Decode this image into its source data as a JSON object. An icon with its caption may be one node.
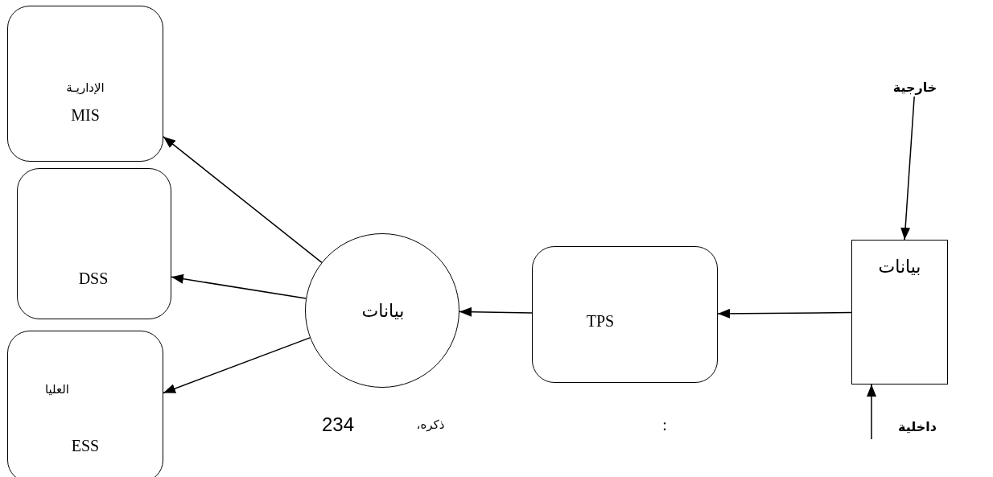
{
  "diagram": {
    "nodes": [
      {
        "text": [
          "الإداريـة",
          "MIS"
        ]
      },
      {
        "text": [
          "DSS"
        ]
      },
      {
        "text": [
          "العليا",
          "ESS"
        ]
      },
      {
        "text": [
          "بيانات"
        ]
      },
      {
        "text": [
          "TPS"
        ]
      },
      {
        "text": [
          "بيانات"
        ]
      },
      {
        "text": [
          "خارجية"
        ]
      }
    ],
    "edges": [
      {
        "from": 3,
        "to": 0,
        "arrow": "to"
      },
      {
        "from": 3,
        "to": 1,
        "arrow": "to"
      },
      {
        "from": 3,
        "to": 2,
        "arrow": "to"
      },
      {
        "from": 4,
        "to": 3,
        "arrow": "to"
      },
      {
        "from": 5,
        "to": 4,
        "arrow": "to"
      },
      {
        "from": 6,
        "to": 5,
        "arrow": "to"
      },
      {
        "from": null,
        "to": 5,
        "arrow": "to"
      }
    ],
    "labels": [
      "234",
      "ذكره،",
      ":",
      "داخلية"
    ]
  }
}
